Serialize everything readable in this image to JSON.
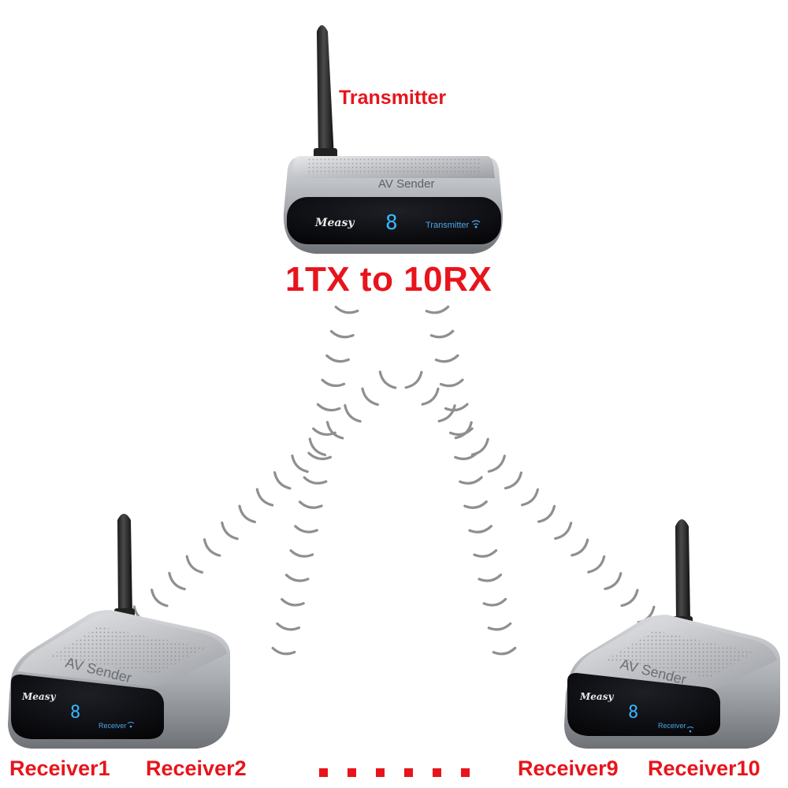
{
  "transmitter": {
    "label": "Transmitter",
    "brand": "Measy",
    "model": "AV Sender",
    "display_digit": "8",
    "panel_text": "Transmitter"
  },
  "headline": "1TX to 10RX",
  "receivers": [
    {
      "label": "Receiver1",
      "brand": "Measy",
      "model": "AV Sender",
      "display_digit": "8",
      "panel_text": "Receiver"
    },
    {
      "label": "Receiver2"
    },
    {
      "label": "Receiver9"
    },
    {
      "label": "Receiver10",
      "brand": "Measy",
      "model": "AV Sender",
      "display_digit": "8",
      "panel_text": "Receiver"
    }
  ],
  "ellipsis_dots": 6,
  "colors": {
    "label_red": "#e8141c",
    "device_silver": "#b9bcc0",
    "device_face": "#0b0c10",
    "display_blue": "#38b6ff",
    "wave_gray": "#8f8f8f"
  },
  "icons": [
    "antenna-icon",
    "wifi-icon",
    "signal-wave-icon"
  ]
}
